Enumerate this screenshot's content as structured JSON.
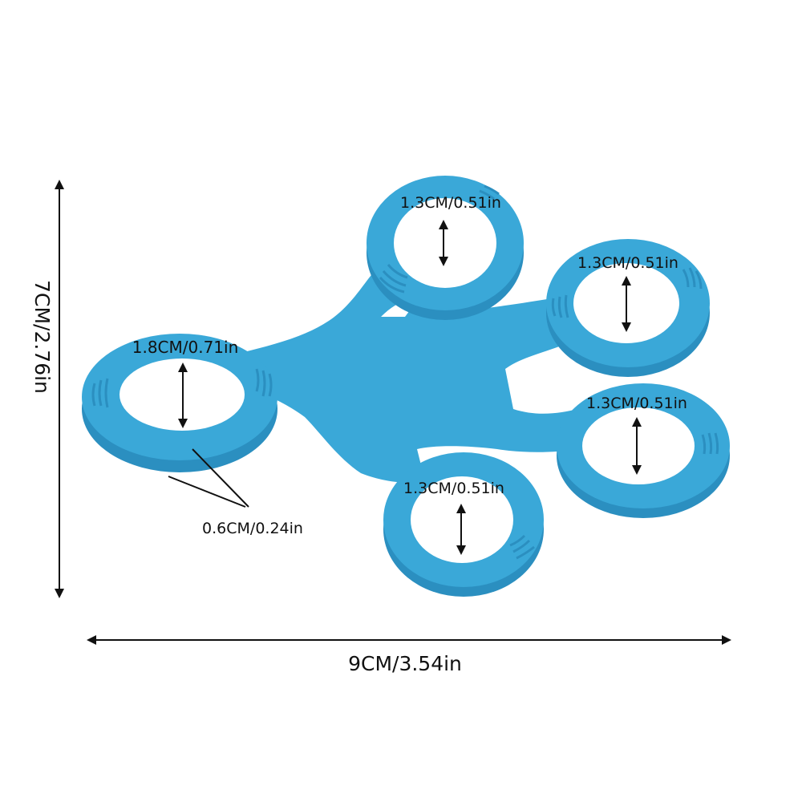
{
  "product": {
    "name_icon": "finger-stretcher-icon",
    "color": "#3aa8d8",
    "shade_color": "#2b8fc0",
    "highlight_color": "#6cc4ea"
  },
  "dimensions": {
    "height": "7CM/2.76in",
    "width": "9CM/3.54in",
    "thickness": "0.6CM/0.24in",
    "large_ring_inner": "1.8CM/0.71in",
    "small_ring_top": "1.3CM/0.51in",
    "small_ring_right_upper": "1.3CM/0.51in",
    "small_ring_right_lower": "1.3CM/0.51in",
    "small_ring_bottom": "1.3CM/0.51in"
  },
  "colors": {
    "background": "#ffffff",
    "arrow": "#111111"
  }
}
